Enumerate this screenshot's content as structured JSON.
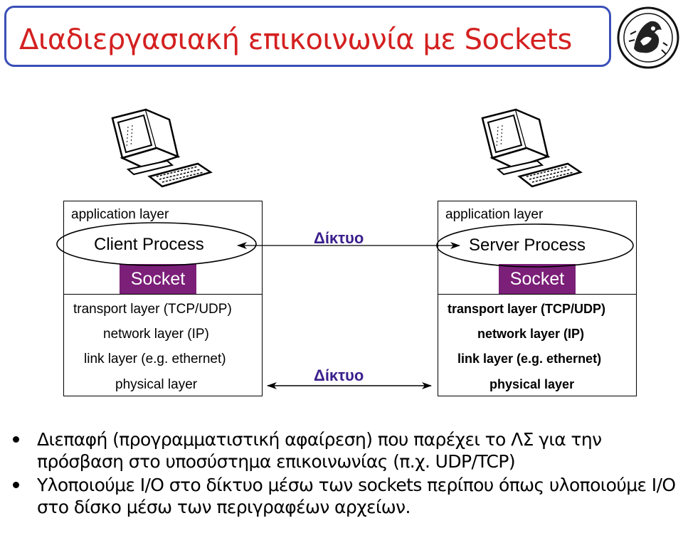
{
  "title": "Διαδιεργασιακή επικοινωνία με Sockets",
  "client_stack": {
    "application": "application layer",
    "process": "Client Process",
    "socket": "Socket",
    "transport": "transport layer (TCP/UDP)",
    "network": "network layer (IP)",
    "link": "link layer (e.g. ethernet)",
    "physical": "physical layer"
  },
  "server_stack": {
    "application": "application layer",
    "process": "Server Process",
    "socket": "Socket",
    "transport": "transport layer (TCP/UDP)",
    "network": "network layer (IP)",
    "link": "link layer (e.g. ethernet)",
    "physical": "physical layer"
  },
  "network_top": "Δίκτυο",
  "network_bottom": "Δίκτυο",
  "bullets": [
    "Διεπαφή (προγραμματιστική αφαίρεση) που παρέχει το ΛΣ για την πρόσβαση στο υποσύστημα επικοινωνίας (π.χ. UDP/TCP)",
    "Υλοποιούμε I/O στο δίκτυο μέσω των sockets περίπου όπως υλοποιούμε I/O στο δίσκο μέσω των περιγραφέων αρχείων."
  ],
  "colors": {
    "title_red": "#d42020",
    "title_border": "#3a4fb8",
    "socket_purple": "#7b1f78",
    "network_label": "#3b1f8c"
  },
  "icons": [
    "university-seal-icon",
    "client-computer-icon",
    "server-computer-icon"
  ]
}
